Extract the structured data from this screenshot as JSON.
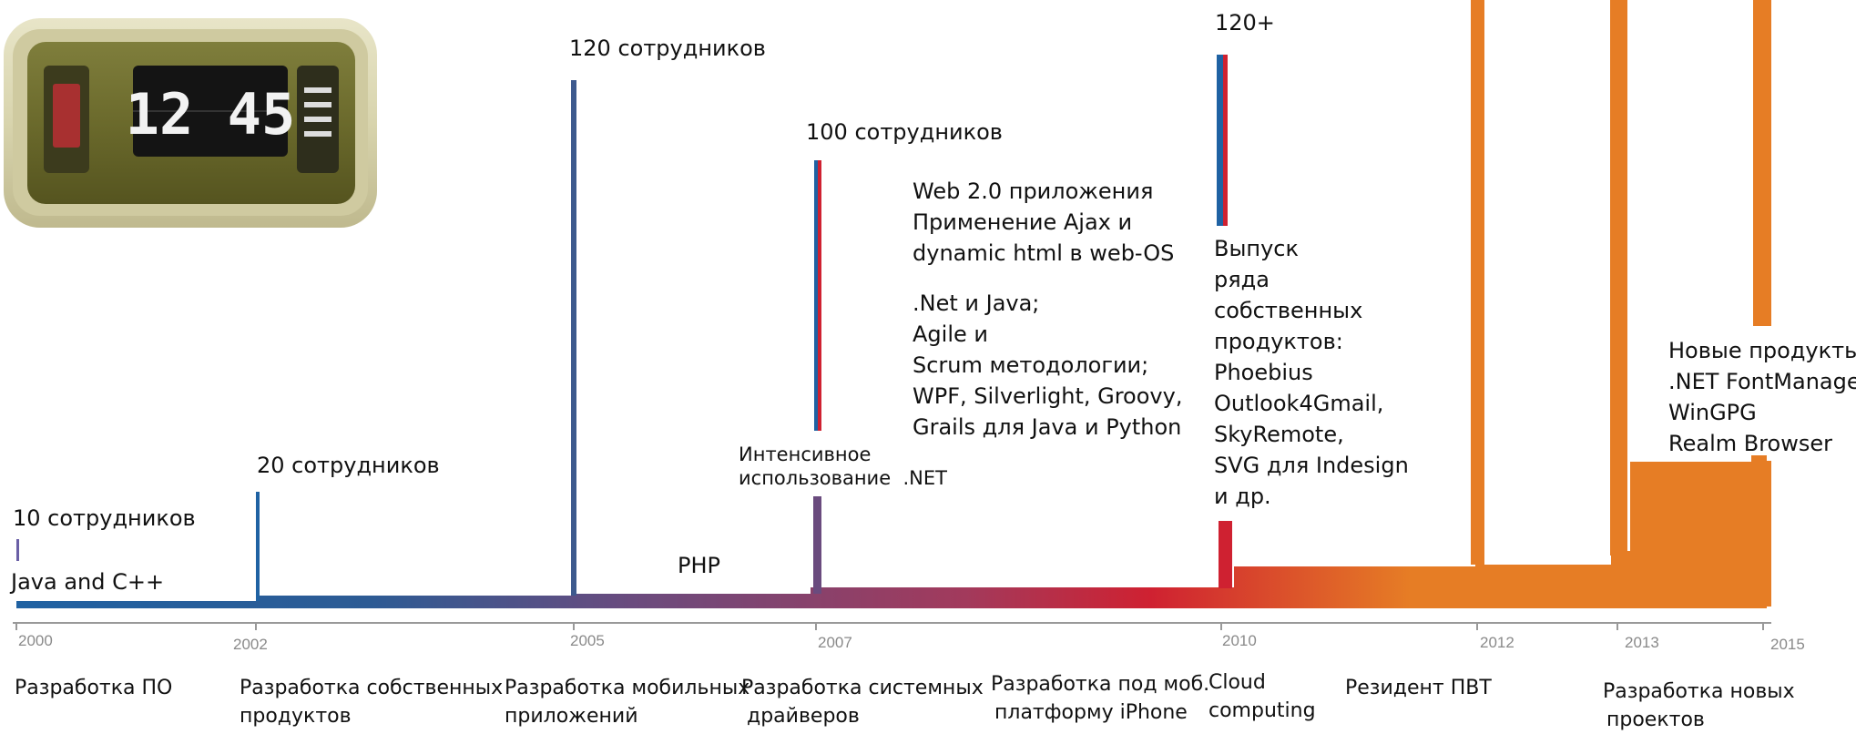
{
  "clock": {
    "display_time": "12 45"
  },
  "colors": {
    "blue": "#1f62a3",
    "purple": "#6a4b7e",
    "red": "#cf2131",
    "orange": "#e67d25",
    "axis": "#999999",
    "year": "#8a8a8a"
  },
  "years": [
    "2000",
    "2002",
    "2005",
    "2007",
    "2010",
    "2012",
    "2013",
    "2015"
  ],
  "staff": {
    "s2000": "10 сотрудников",
    "s2002": "20 сотрудников",
    "s2005": "120 сотрудников",
    "s2007": "100 сотрудников",
    "s2010": "120+"
  },
  "notes": {
    "java_cpp": "Java and C++",
    "php": "PHP",
    "intensive": [
      "Интенсивное",
      "использование  .NET"
    ],
    "web20": [
      "Web 2.0 приложения",
      "Применение Ajax и",
      "dynamic html в web-OS"
    ],
    "dotnet_java": [
      ".Net и Java;",
      "Agile и",
      "Scrum методологии;",
      "WPF, Silverlight, Groovy,",
      "Grails для Java и Python"
    ],
    "release": [
      "Выпуск",
      "ряда",
      "собственных",
      "продуктов:",
      "Phoebius",
      "Outlook4Gmail,",
      "SkyRemote,",
      "SVG для Indesign",
      "и др."
    ],
    "new_products": [
      "Новые продукты:",
      ".NET FontManager",
      "WinGPG",
      "Realm Browser"
    ]
  },
  "activities": [
    [
      "Разработка ПО"
    ],
    [
      "Разработка собственных",
      "продуктов"
    ],
    [
      "Разработка мобильных",
      "приложений"
    ],
    [
      "Разработка системных",
      "драйверов"
    ],
    [
      "Разработка под моб.",
      "платформу iPhone"
    ],
    [
      "Cloud",
      "computing"
    ],
    [
      "Резидент ПВТ"
    ],
    [
      "Разработка новых",
      "проектов"
    ]
  ]
}
